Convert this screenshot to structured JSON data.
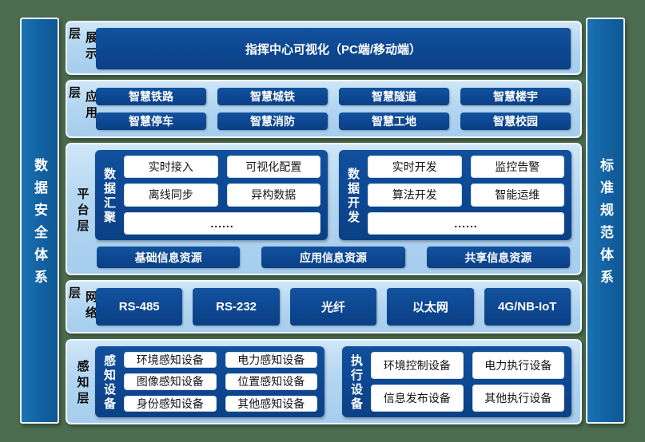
{
  "colors": {
    "background_green": "#4b6c4e",
    "panel_light_blue": "#b3d6f1",
    "box_dark_blue": "#0d4690",
    "pillar_blue": "#1261a2",
    "white_box": "#ffffff"
  },
  "left_pillar": {
    "label": "数据安全体系"
  },
  "right_pillar": {
    "label": "标准规范体系"
  },
  "layers": [
    {
      "id": "presentation",
      "label": "展示层",
      "items": [
        "指挥中心可视化（PC端/移动端）"
      ]
    },
    {
      "id": "application",
      "label": "应用层",
      "items": [
        "智慧铁路",
        "智慧城铁",
        "智慧隧道",
        "智慧楼宇",
        "智慧停车",
        "智慧消防",
        "智慧工地",
        "智慧校园"
      ]
    },
    {
      "id": "platform",
      "label": "平台层",
      "groups": [
        {
          "label": "数据汇聚",
          "items": [
            "实时接入",
            "可视化配置",
            "离线同步",
            "异构数据"
          ],
          "more": "......"
        },
        {
          "label": "数据开发",
          "items": [
            "实时开发",
            "监控告警",
            "算法开发",
            "智能运维"
          ],
          "more": "......"
        }
      ],
      "resources": [
        "基础信息资源",
        "应用信息资源",
        "共享信息资源"
      ]
    },
    {
      "id": "network",
      "label": "网络层",
      "items": [
        "RS-485",
        "RS-232",
        "光纤",
        "以太网",
        "4G/NB-IoT"
      ]
    },
    {
      "id": "perception",
      "label": "感知层",
      "groups": [
        {
          "label": "感知设备",
          "items": [
            "环境感知设备",
            "电力感知设备",
            "图像感知设备",
            "位置感知设备",
            "身份感知设备",
            "其他感知设备"
          ]
        },
        {
          "label": "执行设备",
          "items": [
            "环境控制设备",
            "电力执行设备",
            "信息发布设备",
            "其他执行设备"
          ]
        }
      ]
    }
  ]
}
